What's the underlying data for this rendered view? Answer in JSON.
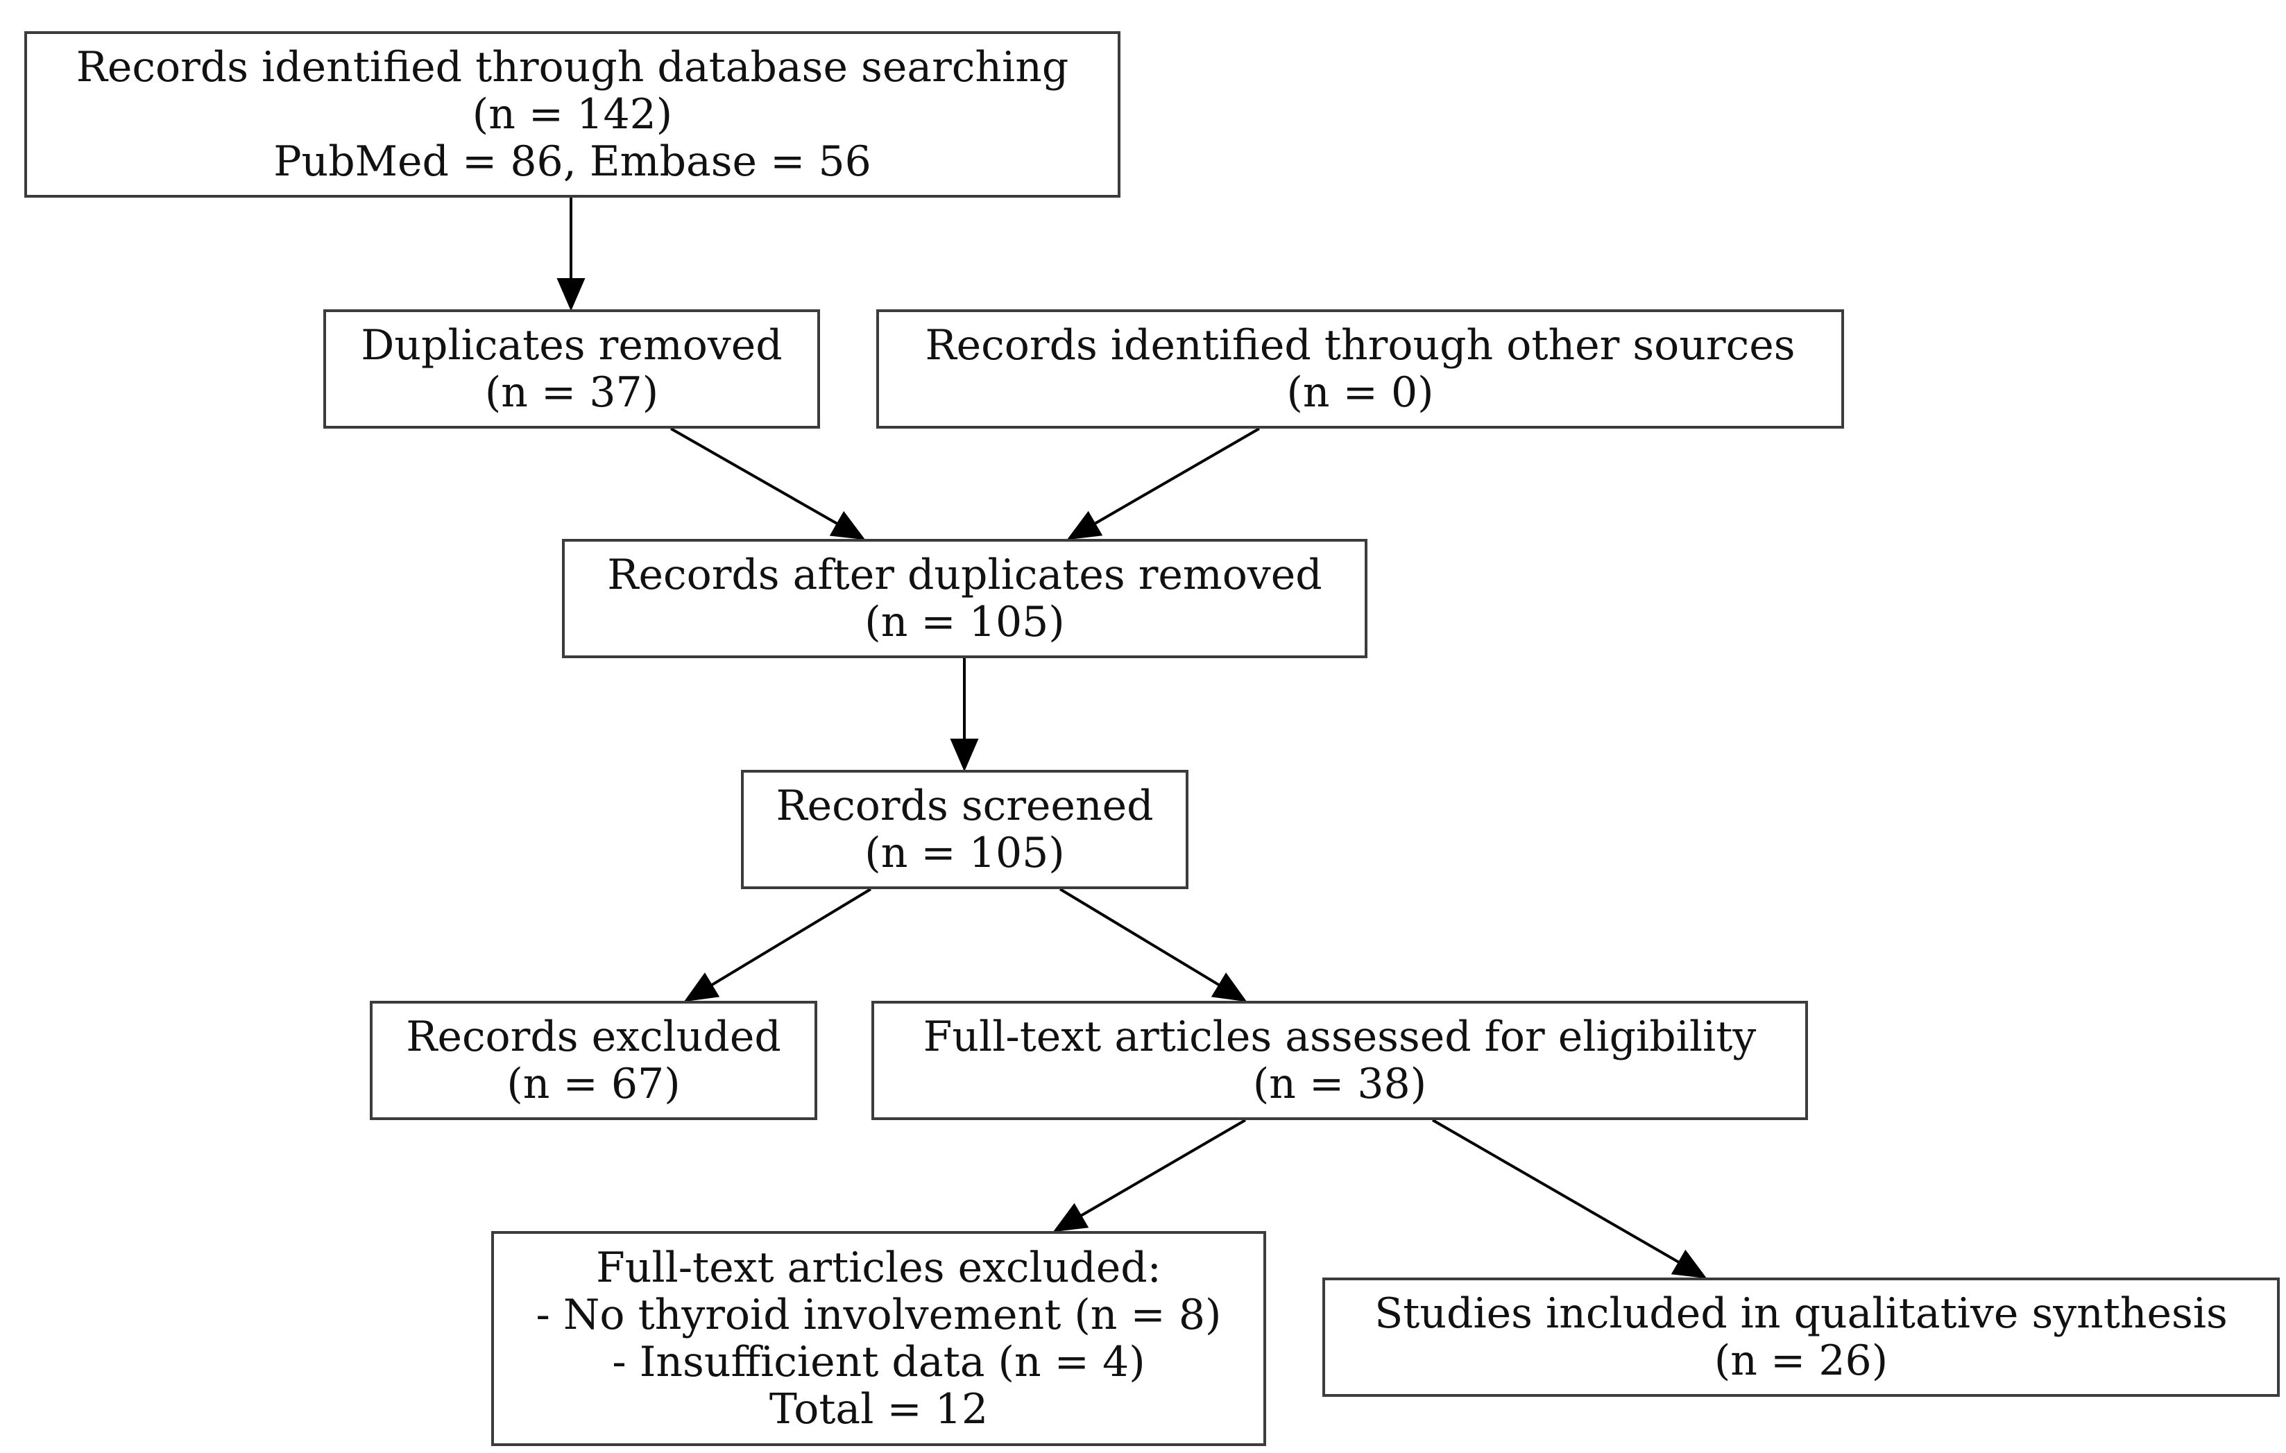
{
  "nodes": {
    "database_search": {
      "lines": [
        "Records identified through database searching",
        "(n = 142)",
        "PubMed = 86, Embase = 56"
      ]
    },
    "duplicates_removed": {
      "lines": [
        "Duplicates removed",
        "(n = 37)"
      ]
    },
    "other_sources": {
      "lines": [
        "Records identified through other sources",
        "(n = 0)"
      ]
    },
    "after_duplicates": {
      "lines": [
        "Records after duplicates removed",
        "(n = 105)"
      ]
    },
    "screened": {
      "lines": [
        "Records screened",
        "(n = 105)"
      ]
    },
    "records_excluded": {
      "lines": [
        "Records excluded",
        "(n = 67)"
      ]
    },
    "fulltext_assessed": {
      "lines": [
        "Full-text articles assessed for eligibility",
        "(n = 38)"
      ]
    },
    "fulltext_excluded": {
      "lines": [
        "Full-text articles excluded:",
        "- No thyroid involvement (n = 8)",
        "- Insufficient data (n = 4)",
        "Total = 12"
      ]
    },
    "included": {
      "lines": [
        "Studies included in qualitative synthesis",
        "(n = 26)"
      ]
    }
  },
  "edges": [
    {
      "from": "database_search",
      "to": "duplicates_removed"
    },
    {
      "from": "duplicates_removed",
      "to": "after_duplicates"
    },
    {
      "from": "other_sources",
      "to": "after_duplicates"
    },
    {
      "from": "after_duplicates",
      "to": "screened"
    },
    {
      "from": "screened",
      "to": "records_excluded"
    },
    {
      "from": "screened",
      "to": "fulltext_assessed"
    },
    {
      "from": "fulltext_assessed",
      "to": "fulltext_excluded"
    },
    {
      "from": "fulltext_assessed",
      "to": "included"
    }
  ]
}
